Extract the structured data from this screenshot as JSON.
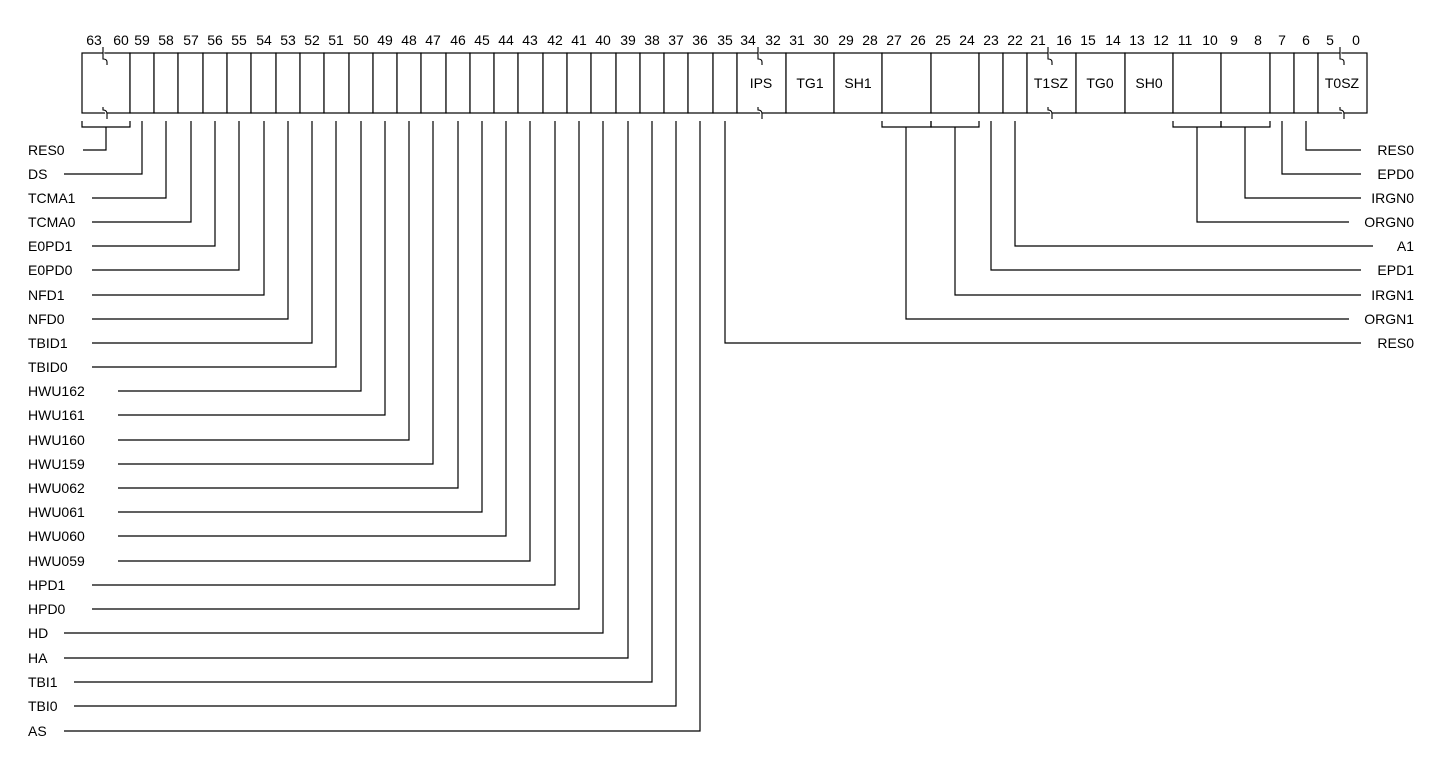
{
  "register": {
    "bit_numbers": [
      "63",
      "60",
      "59",
      "58",
      "57",
      "56",
      "55",
      "54",
      "53",
      "52",
      "51",
      "50",
      "49",
      "48",
      "47",
      "46",
      "45",
      "44",
      "43",
      "42",
      "41",
      "40",
      "39",
      "38",
      "37",
      "36",
      "35",
      "34",
      "32",
      "31",
      "30",
      "29",
      "28",
      "27",
      "26",
      "25",
      "24",
      "23",
      "22",
      "21",
      "16",
      "15",
      "14",
      "13",
      "12",
      "11",
      "10",
      "9",
      "8",
      "7",
      "6",
      "5",
      "0"
    ],
    "fields": [
      {
        "id": "f63",
        "label": "",
        "left_bit": "63",
        "right_bit": "60"
      },
      {
        "id": "f59",
        "label": "",
        "left_bit": "59"
      },
      {
        "id": "f58",
        "label": "",
        "left_bit": "58"
      },
      {
        "id": "f57",
        "label": "",
        "left_bit": "57"
      },
      {
        "id": "f56",
        "label": "",
        "left_bit": "56"
      },
      {
        "id": "f55",
        "label": "",
        "left_bit": "55"
      },
      {
        "id": "f54",
        "label": "",
        "left_bit": "54"
      },
      {
        "id": "f53",
        "label": "",
        "left_bit": "53"
      },
      {
        "id": "f52",
        "label": "",
        "left_bit": "52"
      },
      {
        "id": "f51",
        "label": "",
        "left_bit": "51"
      },
      {
        "id": "f50",
        "label": "",
        "left_bit": "50"
      },
      {
        "id": "f49",
        "label": "",
        "left_bit": "49"
      },
      {
        "id": "f48",
        "label": "",
        "left_bit": "48"
      },
      {
        "id": "f47",
        "label": "",
        "left_bit": "47"
      },
      {
        "id": "f46",
        "label": "",
        "left_bit": "46"
      },
      {
        "id": "f45",
        "label": "",
        "left_bit": "45"
      },
      {
        "id": "f44",
        "label": "",
        "left_bit": "44"
      },
      {
        "id": "f43",
        "label": "",
        "left_bit": "43"
      },
      {
        "id": "f42",
        "label": "",
        "left_bit": "42"
      },
      {
        "id": "f41",
        "label": "",
        "left_bit": "41"
      },
      {
        "id": "f40",
        "label": "",
        "left_bit": "40"
      },
      {
        "id": "f39",
        "label": "",
        "left_bit": "39"
      },
      {
        "id": "f38",
        "label": "",
        "left_bit": "38"
      },
      {
        "id": "f37",
        "label": "",
        "left_bit": "37"
      },
      {
        "id": "f36",
        "label": "",
        "left_bit": "36"
      },
      {
        "id": "f35",
        "label": "",
        "left_bit": "35"
      },
      {
        "id": "f34",
        "label": "IPS",
        "left_bit": "34",
        "right_bit": "32"
      },
      {
        "id": "f31",
        "label": "TG1",
        "left_bit": "31",
        "right_bit": "30"
      },
      {
        "id": "f29",
        "label": "SH1",
        "left_bit": "29",
        "right_bit": "28"
      },
      {
        "id": "f27",
        "label": "",
        "left_bit": "27",
        "right_bit": "26"
      },
      {
        "id": "f25",
        "label": "",
        "left_bit": "25",
        "right_bit": "24"
      },
      {
        "id": "f23",
        "label": "",
        "left_bit": "23"
      },
      {
        "id": "f22",
        "label": "",
        "left_bit": "22"
      },
      {
        "id": "f21",
        "label": "T1SZ",
        "left_bit": "21",
        "right_bit": "16"
      },
      {
        "id": "f15",
        "label": "TG0",
        "left_bit": "15",
        "right_bit": "14"
      },
      {
        "id": "f13",
        "label": "SH0",
        "left_bit": "13",
        "right_bit": "12"
      },
      {
        "id": "f11",
        "label": "",
        "left_bit": "11",
        "right_bit": "10"
      },
      {
        "id": "f9",
        "label": "",
        "left_bit": "9",
        "right_bit": "8"
      },
      {
        "id": "f7",
        "label": "",
        "left_bit": "7"
      },
      {
        "id": "f6",
        "label": "",
        "left_bit": "6"
      },
      {
        "id": "f5",
        "label": "T0SZ",
        "left_bit": "5",
        "right_bit": "0"
      }
    ]
  },
  "left_callouts": [
    {
      "label": "RES0",
      "field": "f63"
    },
    {
      "label": "DS",
      "field": "f59"
    },
    {
      "label": "TCMA1",
      "field": "f58"
    },
    {
      "label": "TCMA0",
      "field": "f57"
    },
    {
      "label": "E0PD1",
      "field": "f56"
    },
    {
      "label": "E0PD0",
      "field": "f55"
    },
    {
      "label": "NFD1",
      "field": "f54"
    },
    {
      "label": "NFD0",
      "field": "f53"
    },
    {
      "label": "TBID1",
      "field": "f52"
    },
    {
      "label": "TBID0",
      "field": "f51"
    },
    {
      "label": "HWU162",
      "field": "f50"
    },
    {
      "label": "HWU161",
      "field": "f49"
    },
    {
      "label": "HWU160",
      "field": "f48"
    },
    {
      "label": "HWU159",
      "field": "f47"
    },
    {
      "label": "HWU062",
      "field": "f46"
    },
    {
      "label": "HWU061",
      "field": "f45"
    },
    {
      "label": "HWU060",
      "field": "f44"
    },
    {
      "label": "HWU059",
      "field": "f43"
    },
    {
      "label": "HPD1",
      "field": "f42"
    },
    {
      "label": "HPD0",
      "field": "f41"
    },
    {
      "label": "HD",
      "field": "f40"
    },
    {
      "label": "HA",
      "field": "f39"
    },
    {
      "label": "TBI1",
      "field": "f38"
    },
    {
      "label": "TBI0",
      "field": "f37"
    },
    {
      "label": "AS",
      "field": "f36"
    }
  ],
  "right_callouts": [
    {
      "label": "RES0",
      "field": "f6"
    },
    {
      "label": "EPD0",
      "field": "f7"
    },
    {
      "label": "IRGN0",
      "field": "f9"
    },
    {
      "label": "ORGN0",
      "field": "f11"
    },
    {
      "label": "A1",
      "field": "f22"
    },
    {
      "label": "EPD1",
      "field": "f23"
    },
    {
      "label": "IRGN1",
      "field": "f25"
    },
    {
      "label": "ORGN1",
      "field": "f27"
    },
    {
      "label": "RES0",
      "field": "f35"
    }
  ]
}
